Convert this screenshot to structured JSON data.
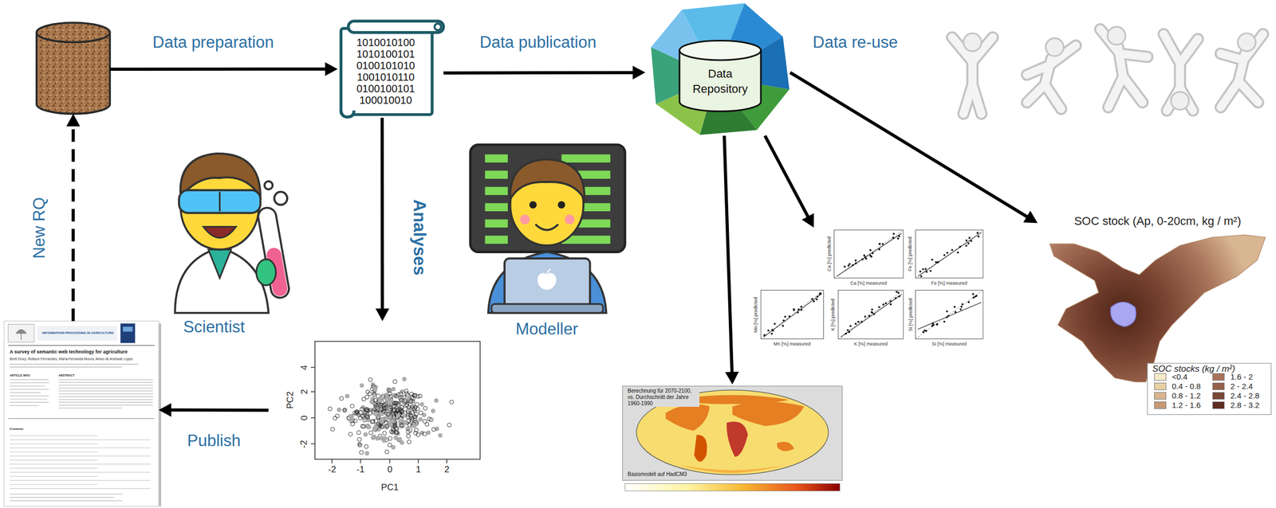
{
  "diagram": {
    "nodes": [
      {
        "text": []
      },
      {
        "text": [
          "1010010100 1010100101 0100101010 1001010110 0100100101 100010010"
        ]
      },
      {
        "text": [
          "Data Repository"
        ]
      },
      {
        "text": [
          "Scientist"
        ]
      },
      {
        "text": [
          "Modeller"
        ]
      },
      {
        "text": [
          "Ca [%] predicted",
          "Ca [%] measured",
          "Fe [%] predicted",
          "Fe [%] measured",
          "Mn [%] predicted",
          "Mn [%] measured",
          "K [%] predicted",
          "K [%] measured",
          "Si [%] predicted",
          "Si [%] measured"
        ]
      },
      {
        "text": [
          "SOC stock (Ap, 0-20cm, kg / m²)"
        ]
      },
      {
        "text": [
          "INFORMATION PROCESSING IN AGRICULTURE",
          "A survey of semantic web technology for agriculture",
          "Brett Drury, Robson Fernandes, Maria-Fernanda Moura, Alneu de Andrade Lopes",
          "ARTICLE INFO",
          "ABSTRACT",
          "Contents"
        ]
      },
      {
        "text": [
          "PC2",
          "PC1"
        ]
      },
      {
        "text": [
          "Berechnung für 2070-2100, vs. Durchschnitt der Jahre 1960-1990",
          "Basismodell auf HadCM3"
        ]
      }
    ],
    "edges": [
      {
        "from": 0,
        "to": 1,
        "arrow": "to",
        "label": "Data preparation"
      },
      {
        "from": 1,
        "to": 2,
        "arrow": "to",
        "label": "Data publication"
      },
      {
        "from": 1,
        "to": 8,
        "arrow": "to",
        "label": "Analyses"
      },
      {
        "from": 8,
        "to": 7,
        "arrow": "to",
        "label": "Publish"
      },
      {
        "from": 7,
        "to": 0,
        "arrow": "to",
        "label": "New RQ"
      },
      {
        "from": 2,
        "to": 9,
        "arrow": "to"
      },
      {
        "from": 2,
        "to": 5,
        "arrow": "to"
      },
      {
        "from": 2,
        "to": 6,
        "arrow": "to"
      }
    ],
    "labels": [
      "Data re-use",
      "-2",
      "-1",
      "0",
      "1",
      "2",
      "4",
      "2",
      "0",
      "-2",
      "SOC stocks (kg / m²)"
    ],
    "legend": [
      {
        "text": "<0.4",
        "color": "#f6e8c8"
      },
      {
        "text": "0.4 - 0.8",
        "color": "#e9cfa6"
      },
      {
        "text": "0.8 - 1.2",
        "color": "#d8b58e"
      },
      {
        "text": "1.2 - 1.6",
        "color": "#c69a76"
      },
      {
        "text": "1.6 - 2",
        "color": "#a8735a"
      },
      {
        "text": "2 - 2.4",
        "color": "#94604a"
      },
      {
        "text": "2.4 - 2.8",
        "color": "#7a4636"
      },
      {
        "text": "2.8 - 3.2",
        "color": "#5e2c22"
      }
    ]
  }
}
